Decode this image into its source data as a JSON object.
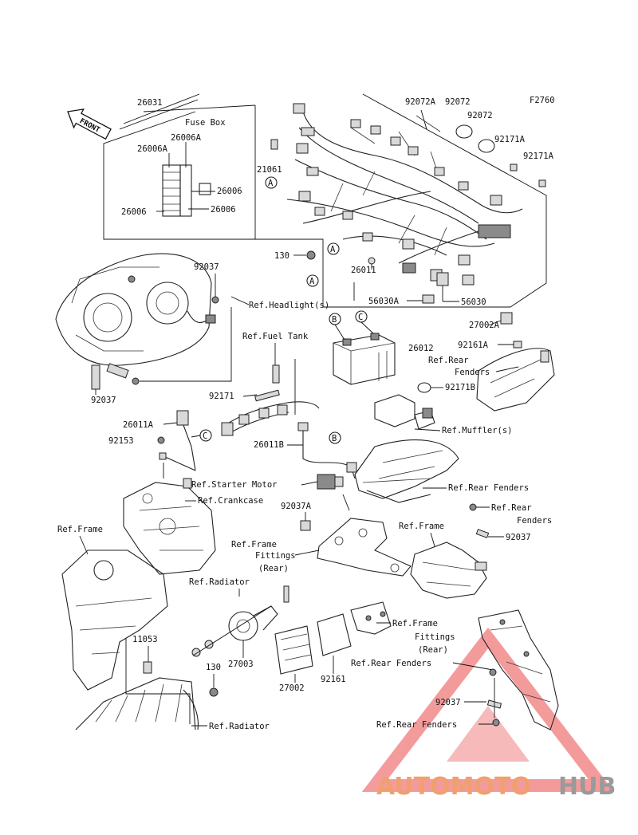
{
  "figure_code": "F2760",
  "front_arrow": "FRONT",
  "fuse_box_title": "Fuse Box",
  "labels": {
    "p26031": "26031",
    "p26006A_1": "26006A",
    "p26006A_2": "26006A",
    "p26006_l": "26006",
    "p26006_r1": "26006",
    "p26006_r2": "26006",
    "p92072A": "92072A",
    "p92072_1": "92072",
    "p92072_2": "92072",
    "p92171A_1": "92171A",
    "p92171A_2": "92171A",
    "p21061": "21061",
    "p130_top": "130",
    "p92037_top": "92037",
    "p92037_left": "92037",
    "p26011": "26011",
    "p56030A": "56030A",
    "p56030": "56030",
    "ref_headlight": "Ref.Headlight(s)",
    "ref_fuel_tank": "Ref.Fuel Tank",
    "p27002A": "27002A",
    "p26012": "26012",
    "p92161A": "92161A",
    "ref_rear_fenders_1a": "Ref.Rear",
    "ref_rear_fenders_1b": "Fenders",
    "p92171": "92171",
    "p92171B": "92171B",
    "p26011A": "26011A",
    "p92153": "92153",
    "ref_mufflers": "Ref.Muffler(s)",
    "p26011B": "26011B",
    "ref_starter_motor": "Ref.Starter Motor",
    "ref_rear_fenders_2": "Ref.Rear Fenders",
    "ref_crankcase": "Ref.Crankcase",
    "ref_rear_fenders_3a": "Ref.Rear",
    "ref_rear_fenders_3b": "Fenders",
    "p92037A": "92037A",
    "ref_frame_1": "Ref.Frame",
    "ref_frame_2": "Ref.Frame",
    "p92037_mid": "92037",
    "ref_frame_fittings_1a": "Ref.Frame",
    "ref_frame_fittings_1b": "Fittings",
    "ref_frame_fittings_1c": "(Rear)",
    "ref_radiator_1": "Ref.Radiator",
    "ref_frame_fittings_2a": "Ref.Frame",
    "ref_frame_fittings_2b": "Fittings",
    "ref_frame_fittings_2c": "(Rear)",
    "p11053": "11053",
    "p27003": "27003",
    "ref_rear_fenders_4": "Ref.Rear Fenders",
    "p130_bot": "130",
    "p27002": "27002",
    "p92161": "92161",
    "p92037_bot": "92037",
    "ref_radiator_2": "Ref.Radiator",
    "ref_rear_fenders_5": "Ref.Rear Fenders"
  },
  "callouts": [
    "A",
    "A",
    "A",
    "B",
    "C",
    "C",
    "B"
  ],
  "watermark": {
    "text_part1": "AUTOMOTO",
    "text_part2": "HUB",
    "color_part1": "#f0a070",
    "color_part2": "#9a9a9a",
    "triangle_color": "#f07a7a"
  }
}
